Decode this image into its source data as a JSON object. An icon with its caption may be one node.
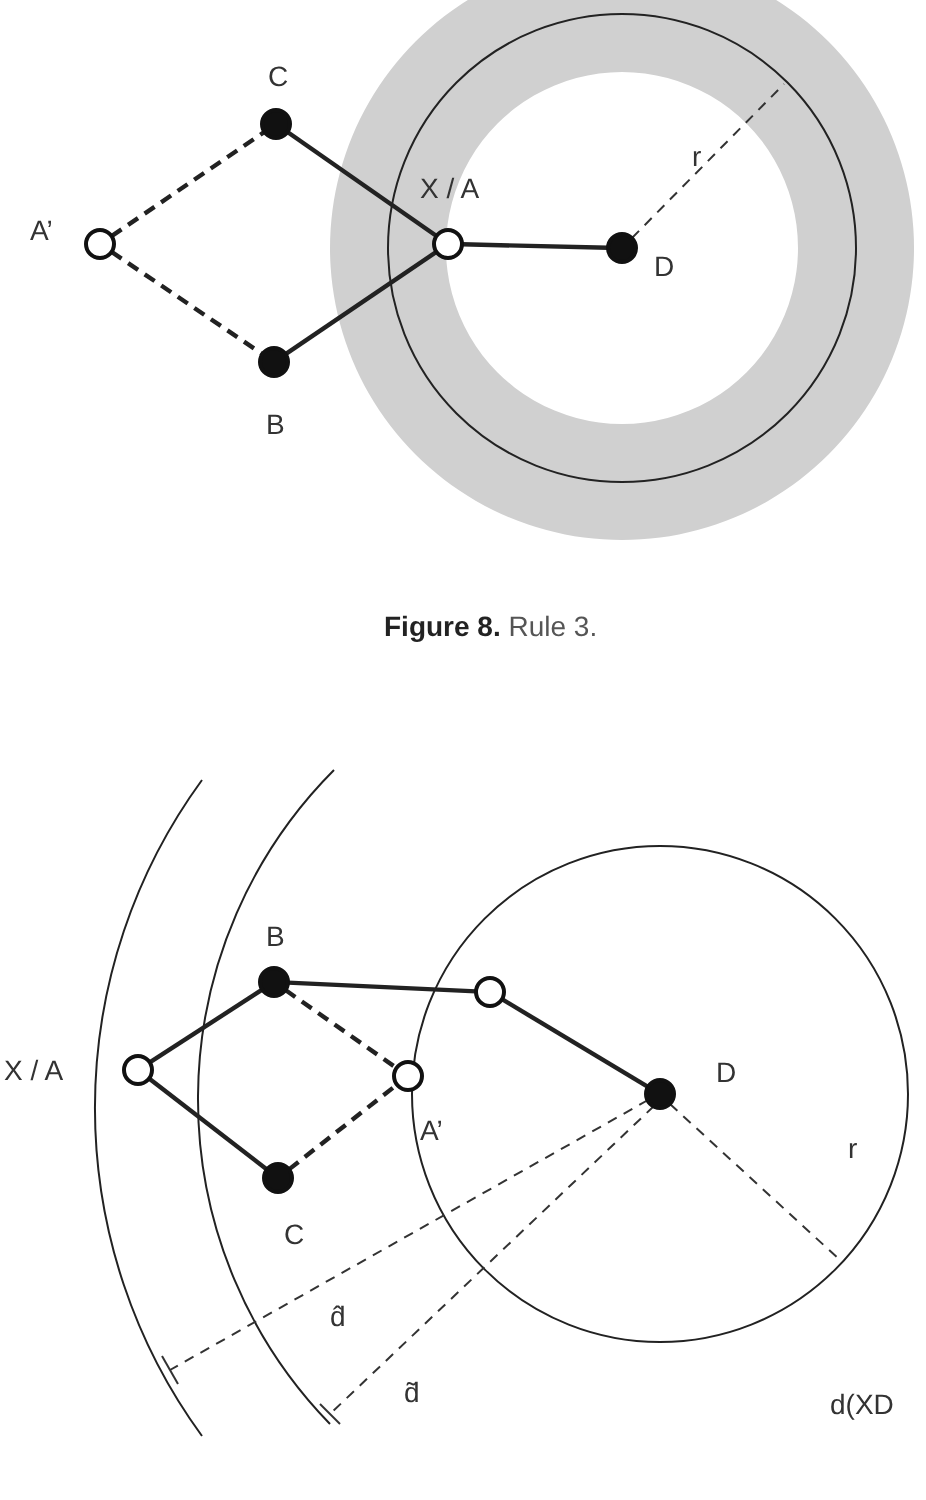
{
  "diagram": {
    "caption": "**Figure 8.** Rule 3.",
    "nodes": [
      {
        "text": [
          "C"
        ]
      },
      {
        "text": [
          "A’"
        ]
      },
      {
        "text": [
          "X / A"
        ]
      },
      {
        "text": [
          "D"
        ]
      },
      {
        "text": [
          "B"
        ]
      },
      {
        "text": [
          "B"
        ]
      },
      {
        "text": [],
        "shape": "circle"
      },
      {
        "text": [
          "X / A"
        ]
      },
      {
        "text": [
          "A’"
        ]
      },
      {
        "text": [
          "D"
        ]
      },
      {
        "text": [
          "C"
        ]
      }
    ],
    "edges": [
      {
        "from": 1,
        "to": 0,
        "arrow": "none",
        "style": "dashed"
      },
      {
        "from": 1,
        "to": 4,
        "arrow": "none",
        "style": "dashed"
      },
      {
        "from": 0,
        "to": 2,
        "arrow": "none"
      },
      {
        "from": 4,
        "to": 2,
        "arrow": "none"
      },
      {
        "from": 2,
        "to": 3,
        "arrow": "none"
      },
      {
        "from": 7,
        "to": 5,
        "arrow": "none"
      },
      {
        "from": 7,
        "to": 10,
        "arrow": "none"
      },
      {
        "from": 5,
        "to": 6,
        "arrow": "none"
      },
      {
        "from": 6,
        "to": 9,
        "arrow": "none"
      },
      {
        "from": 5,
        "to": 8,
        "arrow": "none",
        "style": "dashed"
      },
      {
        "from": 10,
        "to": 8,
        "arrow": "none",
        "style": "dashed"
      }
    ],
    "labels": [
      "r",
      "r",
      "d̂",
      "d̃",
      "d(XD"
    ]
  }
}
